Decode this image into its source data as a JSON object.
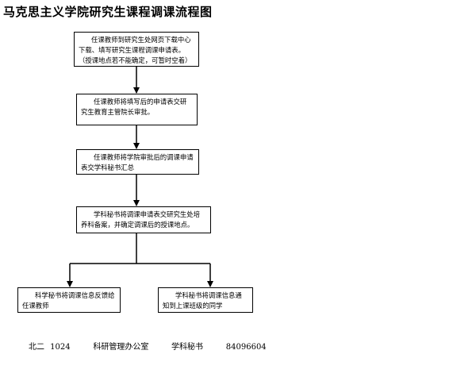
{
  "title": "马克思主义学院研究生课程调课流程图",
  "steps": [
    "任课教师到研究生处网页下载中心下载、填写研究生课程调课申请表。（授课地点若不能确定，可暂时空着）",
    "任课教师将填写后的申请表交研究生教育主管院长审批。",
    "任课教师将学院审批后的调课申请表交学科秘书汇总",
    "学科秘书将调课申请表交研究生处培养科备案，并确定调课后的授课地点。"
  ],
  "branches": [
    "科学秘书将调课信息反馈给任课教师",
    "学科秘书将调课信息通知到上课班级的同学"
  ],
  "footer": "北二 1024    科研管理办公室    学科秘书    84096604",
  "colors": {
    "line": "#000000",
    "background": "#ffffff"
  }
}
